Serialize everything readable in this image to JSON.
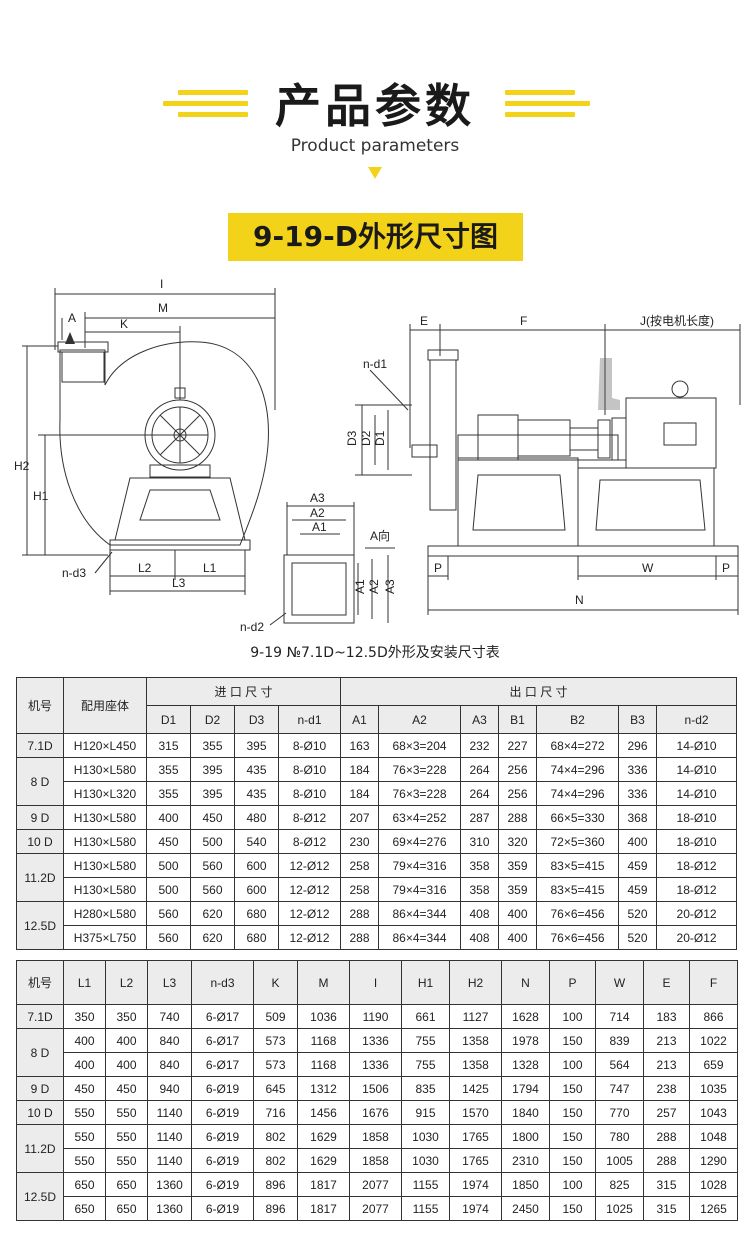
{
  "header": {
    "title": "产品参数",
    "subtitle": "Product parameters"
  },
  "banner": {
    "title": "9-19-D外形尺寸图"
  },
  "drawing": {
    "labels": {
      "I": "I",
      "M": "M",
      "K": "K",
      "A": "A",
      "H1": "H1",
      "H2": "H2",
      "L1": "L1",
      "L2": "L2",
      "L3": "L3",
      "nd3": "n-d3",
      "nd2": "n-d2",
      "nd1": "n-d1",
      "A1": "A1",
      "A2": "A2",
      "A3": "A3",
      "Adir": "A向",
      "E": "E",
      "F": "F",
      "J": "J(按电机长度)",
      "D1": "D1",
      "D2": "D2",
      "D3": "D3",
      "P": "P",
      "W": "W",
      "N": "N"
    }
  },
  "caption": "9-19 №7.1D~12.5D外形及安装尺寸表",
  "table1": {
    "h_model": "机号",
    "h_base": "配用座体",
    "h_inlet": "进 口 尺 寸",
    "h_outlet": "出 口 尺 寸",
    "inlet_cols": [
      "D1",
      "D2",
      "D3",
      "n-d1"
    ],
    "outlet_cols": [
      "A1",
      "A2",
      "A3",
      "B1",
      "B2",
      "B3",
      "n-d2"
    ],
    "groups": [
      {
        "model": "7.1D",
        "rows": [
          [
            "H120×L450",
            "315",
            "355",
            "395",
            "8-Ø10",
            "163",
            "68×3=204",
            "232",
            "227",
            "68×4=272",
            "296",
            "14-Ø10"
          ]
        ]
      },
      {
        "model": "8 D",
        "rows": [
          [
            "H130×L580",
            "355",
            "395",
            "435",
            "8-Ø10",
            "184",
            "76×3=228",
            "264",
            "256",
            "74×4=296",
            "336",
            "14-Ø10"
          ],
          [
            "H130×L320",
            "355",
            "395",
            "435",
            "8-Ø10",
            "184",
            "76×3=228",
            "264",
            "256",
            "74×4=296",
            "336",
            "14-Ø10"
          ]
        ]
      },
      {
        "model": "9 D",
        "rows": [
          [
            "H130×L580",
            "400",
            "450",
            "480",
            "8-Ø12",
            "207",
            "63×4=252",
            "287",
            "288",
            "66×5=330",
            "368",
            "18-Ø10"
          ]
        ]
      },
      {
        "model": "10 D",
        "rows": [
          [
            "H130×L580",
            "450",
            "500",
            "540",
            "8-Ø12",
            "230",
            "69×4=276",
            "310",
            "320",
            "72×5=360",
            "400",
            "18-Ø10"
          ]
        ]
      },
      {
        "model": "11.2D",
        "rows": [
          [
            "H130×L580",
            "500",
            "560",
            "600",
            "12-Ø12",
            "258",
            "79×4=316",
            "358",
            "359",
            "83×5=415",
            "459",
            "18-Ø12"
          ],
          [
            "H130×L580",
            "500",
            "560",
            "600",
            "12-Ø12",
            "258",
            "79×4=316",
            "358",
            "359",
            "83×5=415",
            "459",
            "18-Ø12"
          ]
        ]
      },
      {
        "model": "12.5D",
        "rows": [
          [
            "H280×L580",
            "560",
            "620",
            "680",
            "12-Ø12",
            "288",
            "86×4=344",
            "408",
            "400",
            "76×6=456",
            "520",
            "20-Ø12"
          ],
          [
            "H375×L750",
            "560",
            "620",
            "680",
            "12-Ø12",
            "288",
            "86×4=344",
            "408",
            "400",
            "76×6=456",
            "520",
            "20-Ø12"
          ]
        ]
      }
    ]
  },
  "table2": {
    "headers": [
      "机号",
      "L1",
      "L2",
      "L3",
      "n-d3",
      "K",
      "M",
      "I",
      "H1",
      "H2",
      "N",
      "P",
      "W",
      "E",
      "F"
    ],
    "groups": [
      {
        "model": "7.1D",
        "rows": [
          [
            "350",
            "350",
            "740",
            "6-Ø17",
            "509",
            "1036",
            "1190",
            "661",
            "1127",
            "1628",
            "100",
            "714",
            "183",
            "866"
          ]
        ]
      },
      {
        "model": "8 D",
        "rows": [
          [
            "400",
            "400",
            "840",
            "6-Ø17",
            "573",
            "1168",
            "1336",
            "755",
            "1358",
            "1978",
            "150",
            "839",
            "213",
            "1022"
          ],
          [
            "400",
            "400",
            "840",
            "6-Ø17",
            "573",
            "1168",
            "1336",
            "755",
            "1358",
            "1328",
            "100",
            "564",
            "213",
            "659"
          ]
        ]
      },
      {
        "model": "9 D",
        "rows": [
          [
            "450",
            "450",
            "940",
            "6-Ø19",
            "645",
            "1312",
            "1506",
            "835",
            "1425",
            "1794",
            "150",
            "747",
            "238",
            "1035"
          ]
        ]
      },
      {
        "model": "10 D",
        "rows": [
          [
            "550",
            "550",
            "1140",
            "6-Ø19",
            "716",
            "1456",
            "1676",
            "915",
            "1570",
            "1840",
            "150",
            "770",
            "257",
            "1043"
          ]
        ]
      },
      {
        "model": "11.2D",
        "rows": [
          [
            "550",
            "550",
            "1140",
            "6-Ø19",
            "802",
            "1629",
            "1858",
            "1030",
            "1765",
            "1800",
            "150",
            "780",
            "288",
            "1048"
          ],
          [
            "550",
            "550",
            "1140",
            "6-Ø19",
            "802",
            "1629",
            "1858",
            "1030",
            "1765",
            "2310",
            "150",
            "1005",
            "288",
            "1290"
          ]
        ]
      },
      {
        "model": "12.5D",
        "rows": [
          [
            "650",
            "650",
            "1360",
            "6-Ø19",
            "896",
            "1817",
            "2077",
            "1155",
            "1974",
            "1850",
            "100",
            "825",
            "315",
            "1028"
          ],
          [
            "650",
            "650",
            "1360",
            "6-Ø19",
            "896",
            "1817",
            "2077",
            "1155",
            "1974",
            "2450",
            "150",
            "1025",
            "315",
            "1265"
          ]
        ]
      }
    ]
  }
}
